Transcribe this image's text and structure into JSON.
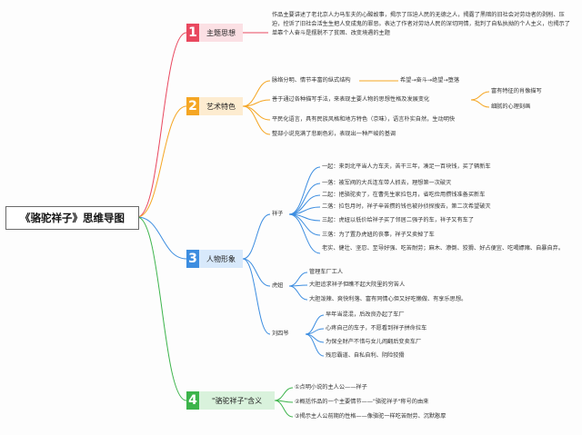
{
  "root": "《骆驼祥子》思维导图",
  "branches": [
    {
      "num": "1",
      "label": "主题思想",
      "color": "#e9485f",
      "text": "作品主要讲述了老北京人力马车夫的心酸故事，揭示了压迫人民的无德之人，揭露了黑暗的旧社会对劳动者的剥削、压迫，控诉了旧社会活生生把人变成鬼的罪恶。表达了作者对劳动人民的深切同情，批判了自私执拗的个人主义，也揭示了单靠个人奋斗是摆脱不了贫困、改变境遇的主题"
    },
    {
      "num": "2",
      "label": "艺术特色",
      "color": "#f5a623",
      "items": [
        "脉络分明、情节丰富的纵式结构",
        "善于通过各种描写手法，来表现主要人物的思想性格及发展变化",
        "平民化语言，具有民族风格和地方特色（京味），语言朴实自然，生动明快",
        "整部小说充满了悲剧色彩，表现出一种严峻的基调"
      ],
      "sub_chain": "希望→奋斗→绝望→堕落",
      "sub_two": [
        "富有特征的肖像描写",
        "细腻的心理刻画"
      ]
    },
    {
      "num": "3",
      "label": "人物形象",
      "color": "#3c8de0",
      "people": [
        {
          "name": "祥子",
          "traits": [
            "一起：来到北平当人力车夫，苦干三年，凑足一百块钱，买了辆新车",
            "一落：被军阀的大兵连车带人抓去，理想第一次破灭",
            "二起：把骆驼卖了，在曹先生家拉包月，省吃俭用攒钱准备买新车",
            "二落：拉包月时，祥子辛苦攒的钱也被孙侦探搜去，第二次希望破灭",
            "三起：虎妞以低价给祥子买了邻居二强子的车，祥子又有车了",
            "三落：为了置办虎妞的丧事，祥子又卖掉了车",
            "老实、健壮、坚忍、至导好强、吃苦耐劳；麻木、潦倒、狡猾、好占便宜、吃喝嫖赌、自暴自弃。"
          ]
        },
        {
          "name": "虎妞",
          "traits": [
            "管理车厂工人",
            "大胆追求祥子但瞧不起大院里的穷苦人",
            "大胆泼辣、爽快利落、富有同情心但又好吃懒做、有享乐思想。"
          ]
        },
        {
          "name": "刘四爷",
          "traits": [
            "早年当混混，后改良办起了车厂",
            "心疼自己的车子，不愿看到祥子拼命拉车",
            "为保全财产不惜与女儿闹翻后变卖车厂",
            "残忍霸道、自私自利、阴险狡猾"
          ]
        }
      ]
    },
    {
      "num": "4",
      "label": "\"骆驼祥子\"含义",
      "color": "#3cb44b",
      "items": [
        "①点明小说的主人公——祥子",
        "②概括作品的一个主要情节——\"骆驼祥子\"称号的由来",
        "③揭示主人公前期的性格——像骆驼一样吃苦耐劳、沉默憨厚"
      ]
    }
  ]
}
